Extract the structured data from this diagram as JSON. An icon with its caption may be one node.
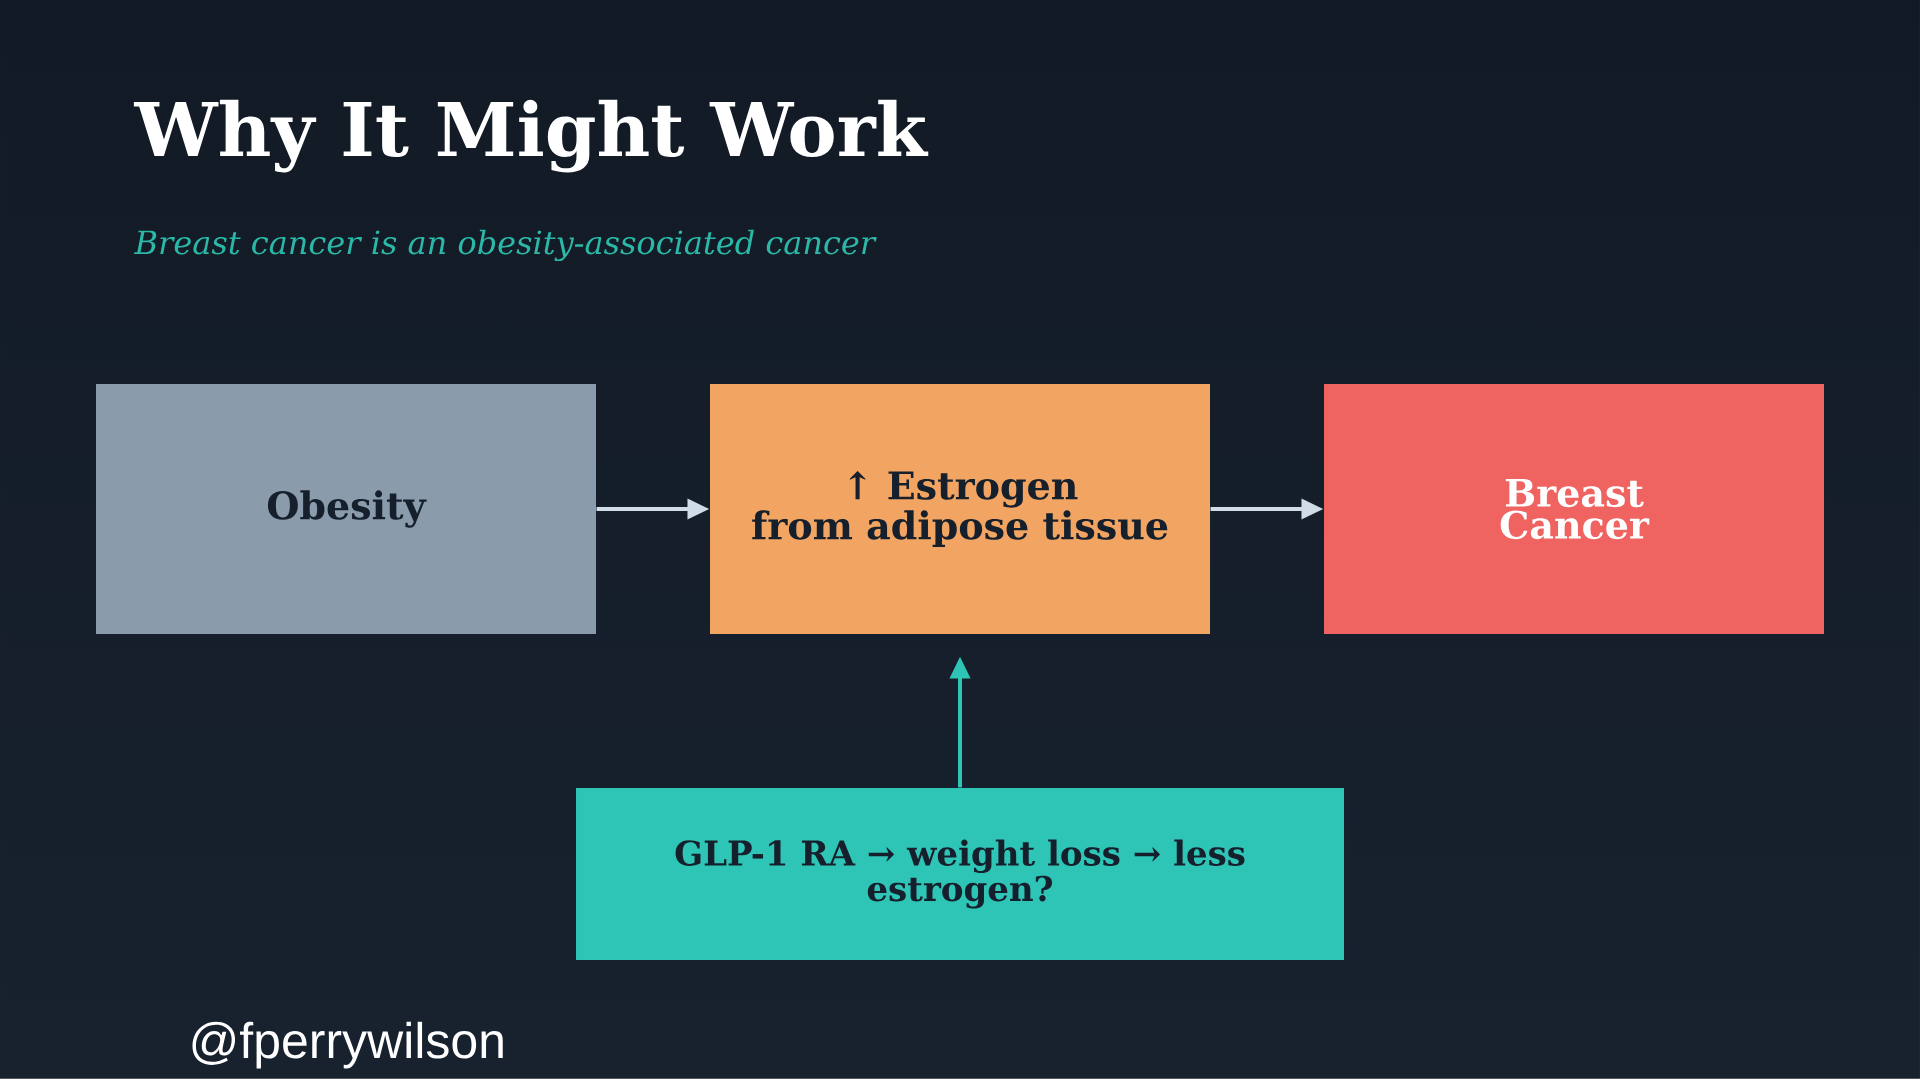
{
  "diagram": {
    "title": "Why It Might Work",
    "nodes": [
      {
        "text": [
          "Obesity"
        ]
      },
      {
        "text": [
          "↑ Estrogen from adipose tissue"
        ]
      },
      {
        "text": [
          "Breast Cancer"
        ]
      },
      {
        "text": [
          "GLP-1 RA → weight loss → less estrogen?"
        ]
      }
    ],
    "edges": [
      {
        "from": 0,
        "to": 1,
        "arrow": "to"
      },
      {
        "from": 1,
        "to": 2,
        "arrow": "to"
      },
      {
        "from": 3,
        "to": 1,
        "arrow": "to",
        "color": "#2ec4b6"
      }
    ],
    "labels": [
      "Breast cancer is an obesity-associated cancer",
      "@fperrywilson"
    ]
  }
}
